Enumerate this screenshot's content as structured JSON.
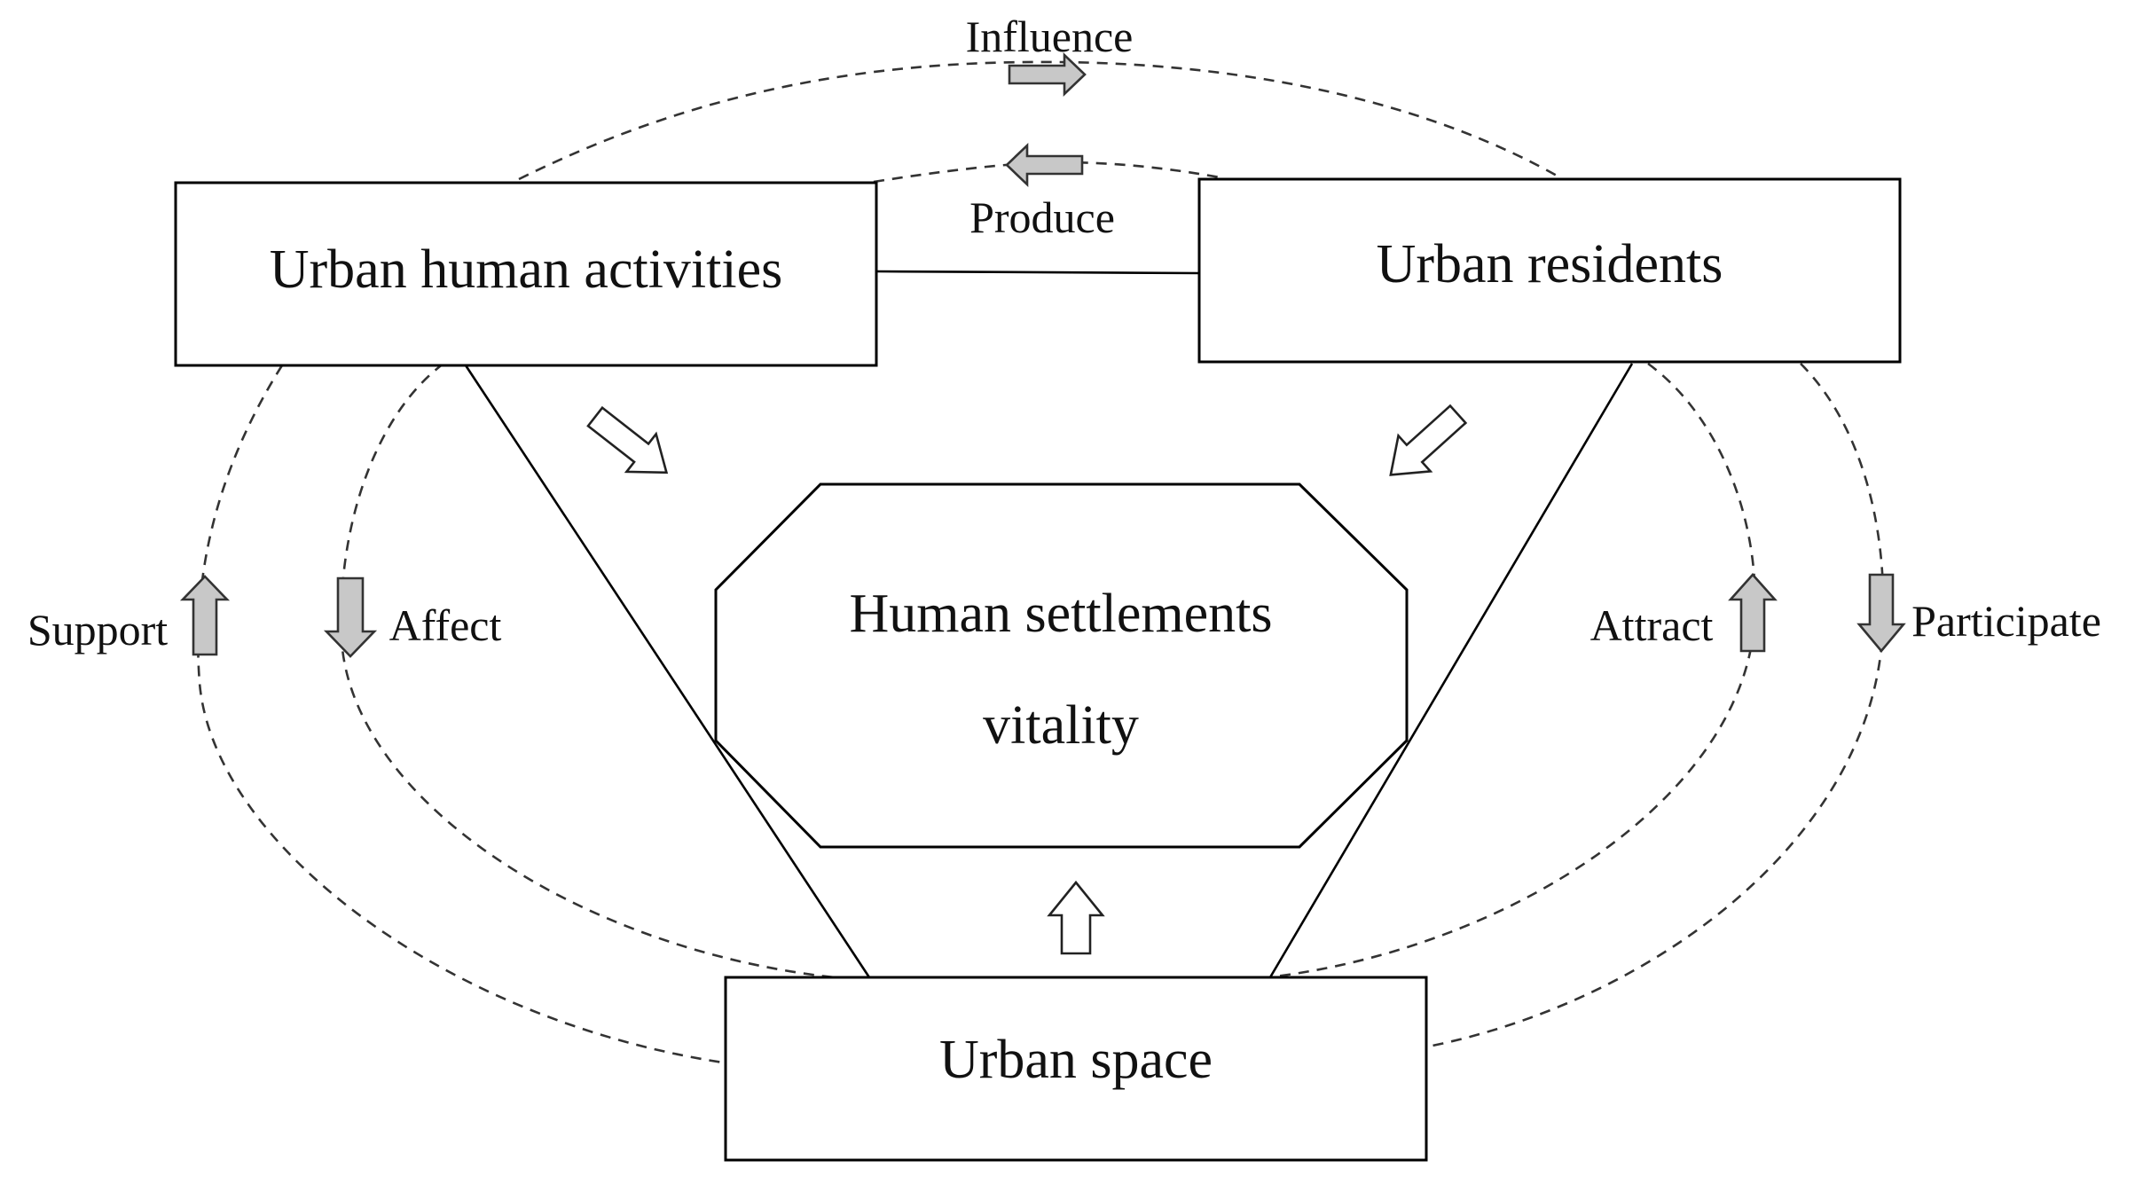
{
  "nodes": {
    "urban_human_activities": "Urban human activities",
    "urban_residents": "Urban residents",
    "urban_space": "Urban space",
    "vitality_line1": "Human settlements",
    "vitality_line2": "vitality"
  },
  "relations": {
    "influence": "Influence",
    "produce": "Produce",
    "support": "Support",
    "affect": "Affect",
    "attract": "Attract",
    "participate": "Participate"
  }
}
